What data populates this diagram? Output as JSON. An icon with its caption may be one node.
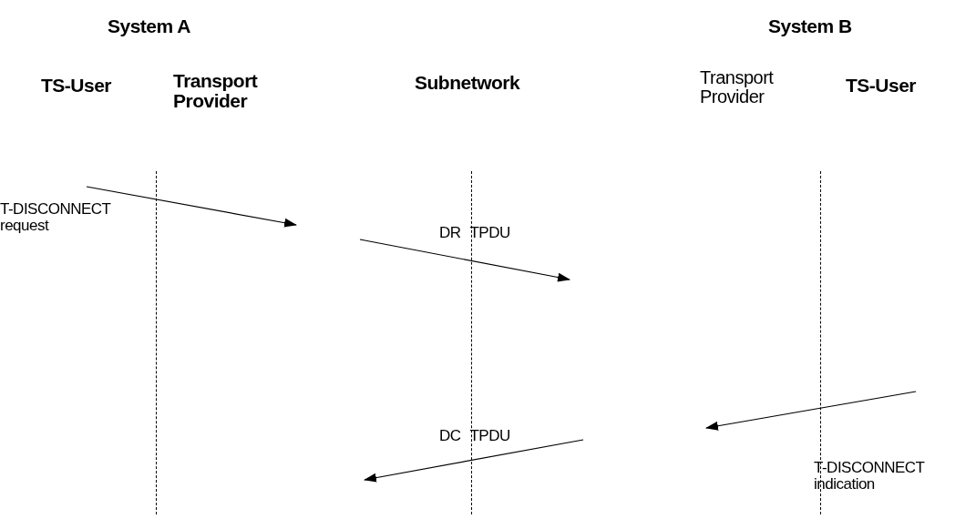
{
  "diagram": {
    "nodes": [
      {
        "text": [
          "TS-User"
        ]
      },
      {
        "text": [
          "Transport Provider"
        ]
      },
      {
        "text": [
          "Subnetwork"
        ]
      },
      {
        "text": [
          "Transport Provider"
        ]
      },
      {
        "text": [
          "TS-User"
        ]
      }
    ],
    "edges": [
      {
        "from": null,
        "to": 1,
        "arrow": "to"
      },
      {
        "from": null,
        "to": 2,
        "arrow": "to",
        "label": "DR TPDU"
      },
      {
        "from": null,
        "to": 3,
        "arrow": "to"
      },
      {
        "from": null,
        "to": 2,
        "arrow": "to",
        "label": "DC TPDU"
      }
    ],
    "labels": [
      "System A",
      "System B",
      "T-DISCONNECT request",
      "T-DISCONNECT indication"
    ]
  }
}
